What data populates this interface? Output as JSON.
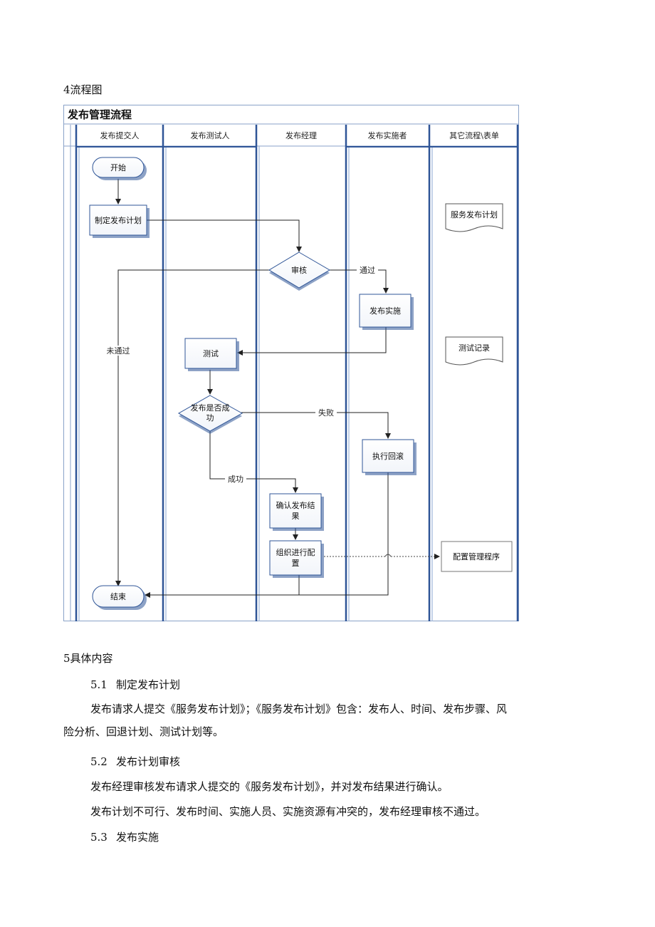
{
  "section4": {
    "heading": "4流程图"
  },
  "diagram": {
    "title": "发布管理流程",
    "lanes": [
      "发布提交人",
      "发布测试人",
      "发布经理",
      "发布实施者",
      "其它流程\\表单"
    ],
    "nodes": {
      "start": "开始",
      "make_plan": "制定发布计划",
      "review": "审核",
      "implement": "发布实施",
      "test": "测试",
      "success_q_1": "发布是否成",
      "success_q_2": "功",
      "rollback": "执行回滚",
      "confirm_1": "确认发布结",
      "confirm_2": "果",
      "config_1": "组织进行配",
      "config_2": "置",
      "end": "结束",
      "doc_plan": "服务发布计划",
      "doc_test": "测试记录",
      "doc_config": "配置管理程序"
    },
    "edges": {
      "pass": "通过",
      "fail_review": "未通过",
      "failure": "失败",
      "success": "成功"
    }
  },
  "section5": {
    "heading": "5具体内容",
    "s51": {
      "num": "5.1",
      "title": "制定发布计划"
    },
    "p51_line1": "发布请求人提交《服务发布计划》；《服务发布计划》包含：发布人、时间、发布步骤、风",
    "p51_line2": "险分析、回退计划、测试计划等。",
    "s52": {
      "num": "5.2",
      "title": "发布计划审核"
    },
    "p52_a": "发布经理审核发布请求人提交的《服务发布计划》，并对发布结果进行确认。",
    "p52_b": "发布计划不可行、发布时间、实施人员、实施资源有冲突的，发布经理审核不通过。",
    "s53": {
      "num": "5.3",
      "title": "发布实施"
    }
  }
}
